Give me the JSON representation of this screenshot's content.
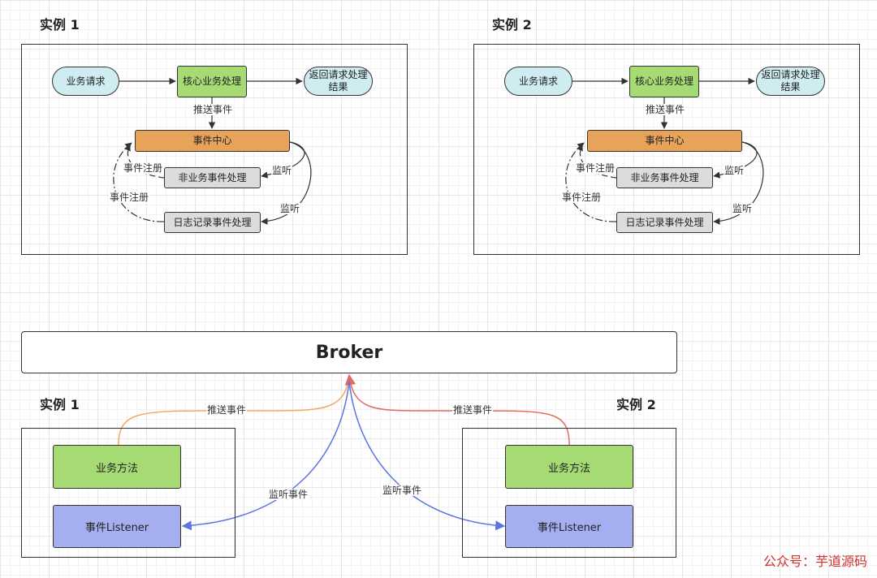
{
  "top": {
    "instances": [
      {
        "title": "实例 1",
        "request": "业务请求",
        "core": "核心业务处理",
        "response": "返回请求处理结果",
        "event_center": "事件中心",
        "non_business": "非业务事件处理",
        "log_handler": "日志记录事件处理",
        "push_label": "推送事件",
        "register_label_1": "事件注册",
        "register_label_2": "事件注册",
        "listen_label_1": "监听",
        "listen_label_2": "监听"
      },
      {
        "title": "实例 2",
        "request": "业务请求",
        "core": "核心业务处理",
        "response": "返回请求处理结果",
        "event_center": "事件中心",
        "non_business": "非业务事件处理",
        "log_handler": "日志记录事件处理",
        "push_label": "推送事件",
        "register_label_1": "事件注册",
        "register_label_2": "事件注册",
        "listen_label_1": "监听",
        "listen_label_2": "监听"
      }
    ]
  },
  "bottom": {
    "broker": "Broker",
    "instance1": {
      "title": "实例 1",
      "method": "业务方法",
      "listener": "事件Listener",
      "push_label": "推送事件",
      "listen_label": "监听事件"
    },
    "instance2": {
      "title": "实例 2",
      "method": "业务方法",
      "listener": "事件Listener",
      "push_label": "推送事件",
      "listen_label": "监听事件"
    }
  },
  "watermark": "公众号：芋道源码",
  "colors": {
    "request_fill": "#cfecf1",
    "core_fill": "#a6db74",
    "event_center_fill": "#e8a35a",
    "handler_fill": "#dcdcdc",
    "listener_fill": "#a5aef0",
    "push_line_1": "#f0a865",
    "push_line_2": "#e06b5e",
    "listen_line": "#5b75e0",
    "broker_arrow": "#e06b5e",
    "watermark": "#d0312d"
  }
}
